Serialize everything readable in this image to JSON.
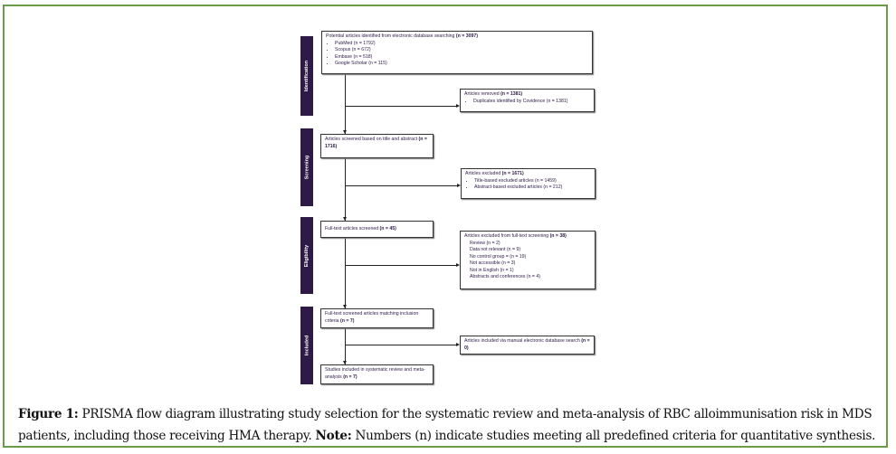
{
  "stages": [
    "Identification",
    "Screening",
    "Eligibility",
    "Included"
  ],
  "boxes": {
    "identified": {
      "text": "Potential articles identified from electronic database searching ",
      "n": "(n = 3097)",
      "items": [
        "PubMed (n = 1792)",
        "Scopus (n = 672)",
        "Embase (n = 518)",
        "Google Scholar (n = 115)"
      ]
    },
    "removed": {
      "text": "Articles removed ",
      "n": "(n = 1381)",
      "items": [
        "Duplicates identified by Covidence (n = 1381)"
      ]
    },
    "screened": {
      "text": "Articles screened based on title and abstract ",
      "n": "(n = 1716)"
    },
    "excluded": {
      "text": "Articles excluded ",
      "n": "(n = 1671)",
      "items": [
        "Title-based excluded articles (n = 1459)",
        "Abstract-based excluded articles  (n = 212)"
      ]
    },
    "fulltext": {
      "text": "Full-text articles screened ",
      "n": "(n = 45)"
    },
    "excluded_fulltext": {
      "text": "Articles excluded from full-text screening ",
      "n": "(n = 38)",
      "items": [
        "Review (n = 2)",
        "Data not relevant (n = 9)",
        "No control group = (n = 19)",
        "Not accessible (n = 3)",
        "Not in English (n = 1)",
        "Abstracts and conferences (n = 4)"
      ]
    },
    "matching": {
      "text": "Full-text screened articles matching inclusion criteria ",
      "n": "(n = 7)"
    },
    "manual": {
      "text": "Articles included via manual electronic database search ",
      "n": "(n = 0)"
    },
    "final": {
      "text": "Studies included in systematic review and meta-analysis ",
      "n": "(n = 7)"
    }
  },
  "caption": {
    "label": "Figure 1:",
    "text": " PRISMA flow diagram illustrating study selection for the systematic review and meta-analysis of RBC alloimmunisation risk in MDS patients, including those receiving HMA therapy. ",
    "note_label": "Note:",
    "note_text": " Numbers (n) indicate studies meeting all predefined criteria for quantitative synthesis."
  },
  "colors": {
    "stage_fill": "#2d1a47",
    "frame_border": "#6b9c4a"
  }
}
